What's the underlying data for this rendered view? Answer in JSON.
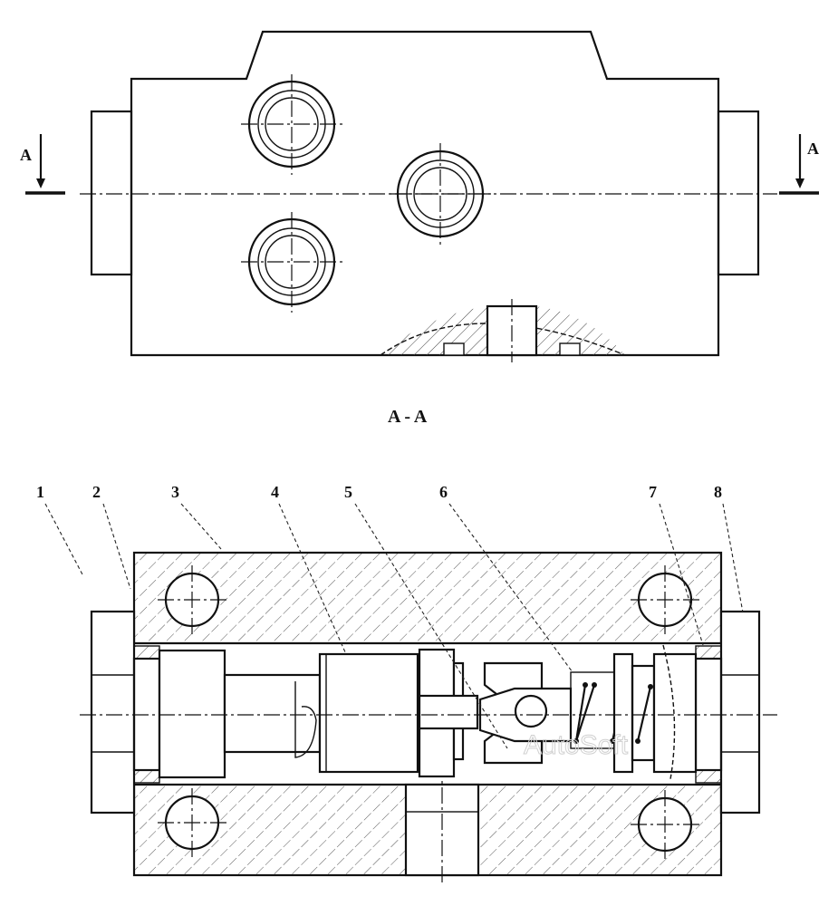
{
  "top_view": {
    "section_mark_left": "A",
    "section_mark_right": "A"
  },
  "section_view": {
    "title": "A - A",
    "callouts": [
      "1",
      "2",
      "3",
      "4",
      "5",
      "6",
      "7",
      "8"
    ]
  },
  "watermark": "AutoSoft"
}
